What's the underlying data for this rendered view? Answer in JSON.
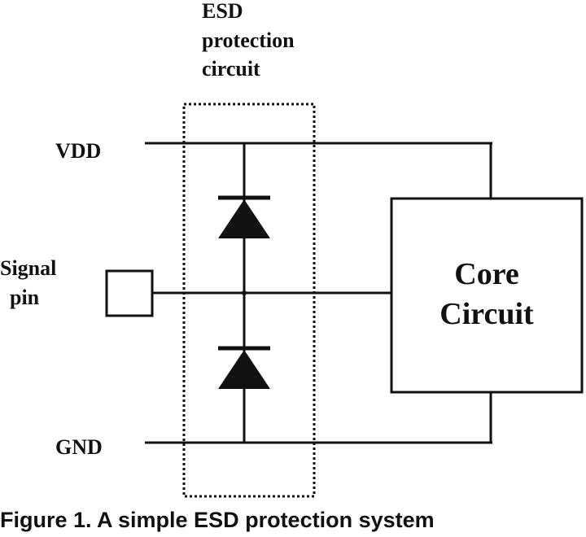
{
  "esd_block": {
    "label_lines": [
      "ESD",
      "protection",
      "circuit"
    ]
  },
  "rails": {
    "vdd_label": "VDD",
    "gnd_label": "GND"
  },
  "signal": {
    "label_lines": [
      "Signal",
      "pin"
    ]
  },
  "core": {
    "label_lines": [
      "Core",
      "Circuit"
    ]
  },
  "caption": "Figure 1.  A simple ESD protection system",
  "colors": {
    "ink": "#111111",
    "background": "#ffffff"
  }
}
